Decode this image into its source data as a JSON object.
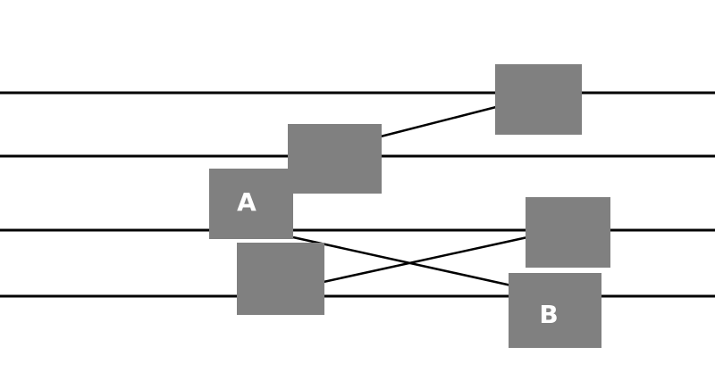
{
  "diagram": {
    "colors": {
      "background": "#ffffff",
      "line": "#000000",
      "box": "#808080",
      "label": "#ffffff"
    },
    "boxes": [
      {
        "id": "box-a",
        "label": "A"
      },
      {
        "id": "box-b",
        "label": "B"
      },
      {
        "id": "box-upper-middle",
        "label": ""
      },
      {
        "id": "box-upper-right",
        "label": ""
      },
      {
        "id": "box-lower-left",
        "label": ""
      },
      {
        "id": "box-lower-right",
        "label": ""
      }
    ],
    "connections": [
      {
        "from": "box-upper-middle",
        "to": "box-upper-right"
      },
      {
        "from": "box-a",
        "to": "box-b"
      },
      {
        "from": "box-lower-left",
        "to": "box-lower-right"
      }
    ]
  }
}
